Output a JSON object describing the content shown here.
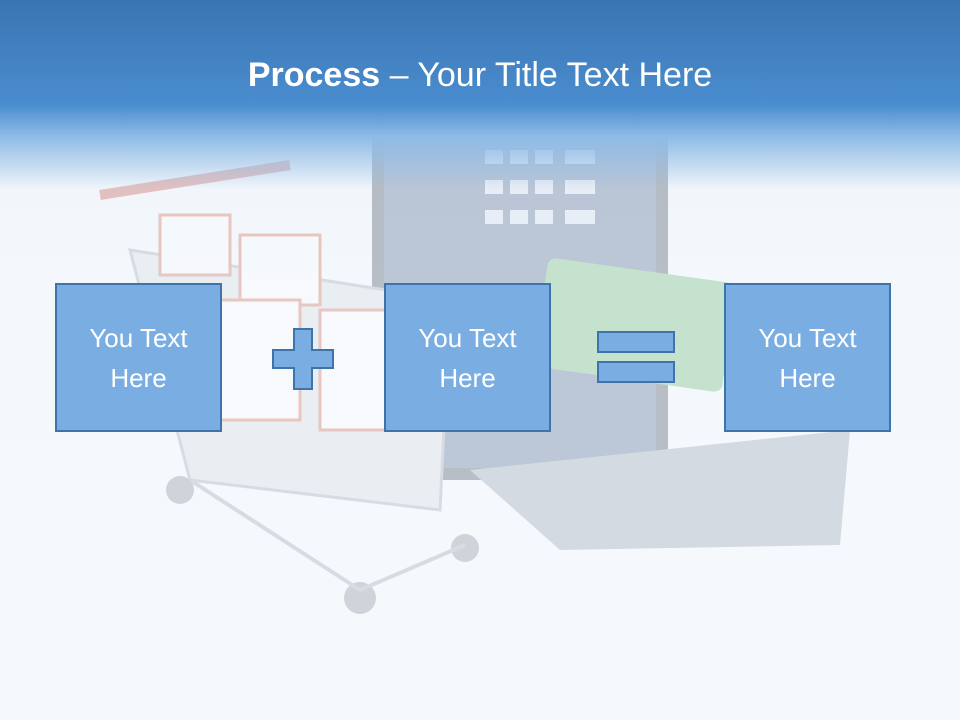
{
  "slide": {
    "title_bold": "Process",
    "title_rest": " – Your Title Text Here",
    "boxes": [
      {
        "label": "You Text Here"
      },
      {
        "label": "You Text Here"
      },
      {
        "label": "You Text Here"
      }
    ],
    "operators": [
      "plus-icon",
      "equals-icon"
    ],
    "colors": {
      "header": "#3a74b2",
      "box_fill": "#7aaee2",
      "box_border": "#3f73ab",
      "text": "#ffffff"
    }
  }
}
